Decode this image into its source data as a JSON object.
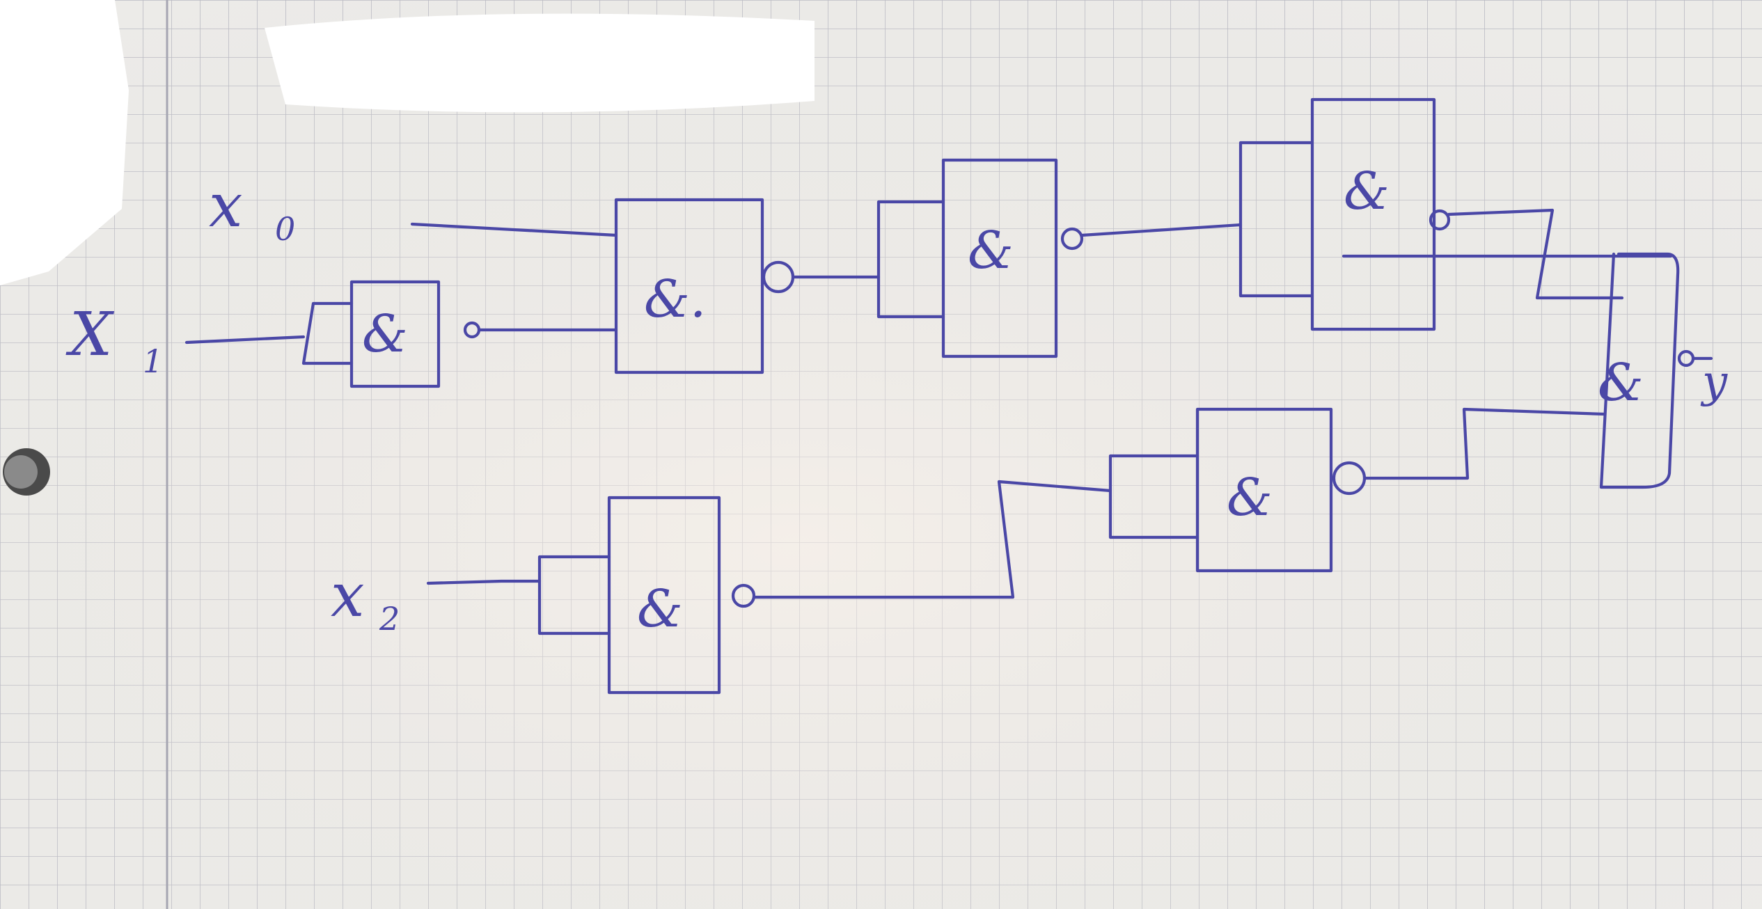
{
  "diagram": {
    "gate_symbol": "&",
    "inputs": [
      {
        "id": "x0",
        "name": "x",
        "subscript": "0"
      },
      {
        "id": "x1",
        "name": "X",
        "subscript": "1"
      },
      {
        "id": "x2",
        "name": "x",
        "subscript": "2"
      }
    ],
    "output": {
      "id": "y",
      "name": "y"
    },
    "gates": [
      {
        "id": "g1",
        "symbol": "&"
      },
      {
        "id": "g2",
        "symbol": "&."
      },
      {
        "id": "g3",
        "symbol": "&"
      },
      {
        "id": "g4",
        "symbol": "&"
      },
      {
        "id": "g5",
        "symbol": "&"
      },
      {
        "id": "g6",
        "symbol": "&"
      },
      {
        "id": "g7",
        "symbol": "&"
      }
    ],
    "colors": {
      "ink": "#4a47a6",
      "grid": "#b9b9c2",
      "paper": "#ecebe8"
    }
  }
}
